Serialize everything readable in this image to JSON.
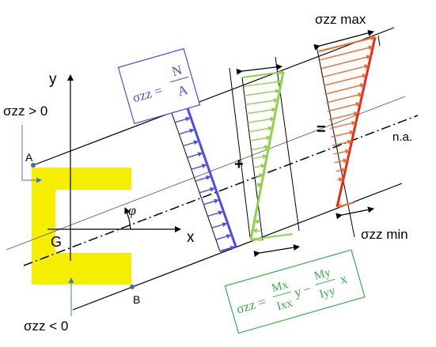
{
  "diagram": {
    "labels": {
      "y_axis": "y",
      "x_axis": "x",
      "centroid": "G",
      "point_a": "A",
      "point_b": "B",
      "angle": "φ",
      "neutral_axis": "n.a.",
      "plus_sign": "+",
      "equals_sign": "=",
      "sigma_positive": "σzz > 0",
      "sigma_negative": "σzz < 0",
      "sigma_max": "σzz max",
      "sigma_min": "σzz min"
    },
    "formula_axial": {
      "lhs": "σzz =",
      "numerator": "N",
      "denominator": "A"
    },
    "formula_bending": {
      "lhs": "σzz =",
      "term1_num": "Mx",
      "term1_den": "Ixx",
      "term1_var": "y",
      "minus": "−",
      "term2_num": "My",
      "term2_den": "Iyy",
      "term2_var": "x"
    },
    "colors": {
      "section_fill": "#f5ee00",
      "axial_stress": "#4a4cf0",
      "bending_stress": "#8fd14f",
      "combined_stress": "#f26b2a",
      "combined_edge": "#e8281a",
      "axial_box": "#4a4cf0",
      "bending_box": "#34b24a",
      "lines": "#000000"
    }
  }
}
